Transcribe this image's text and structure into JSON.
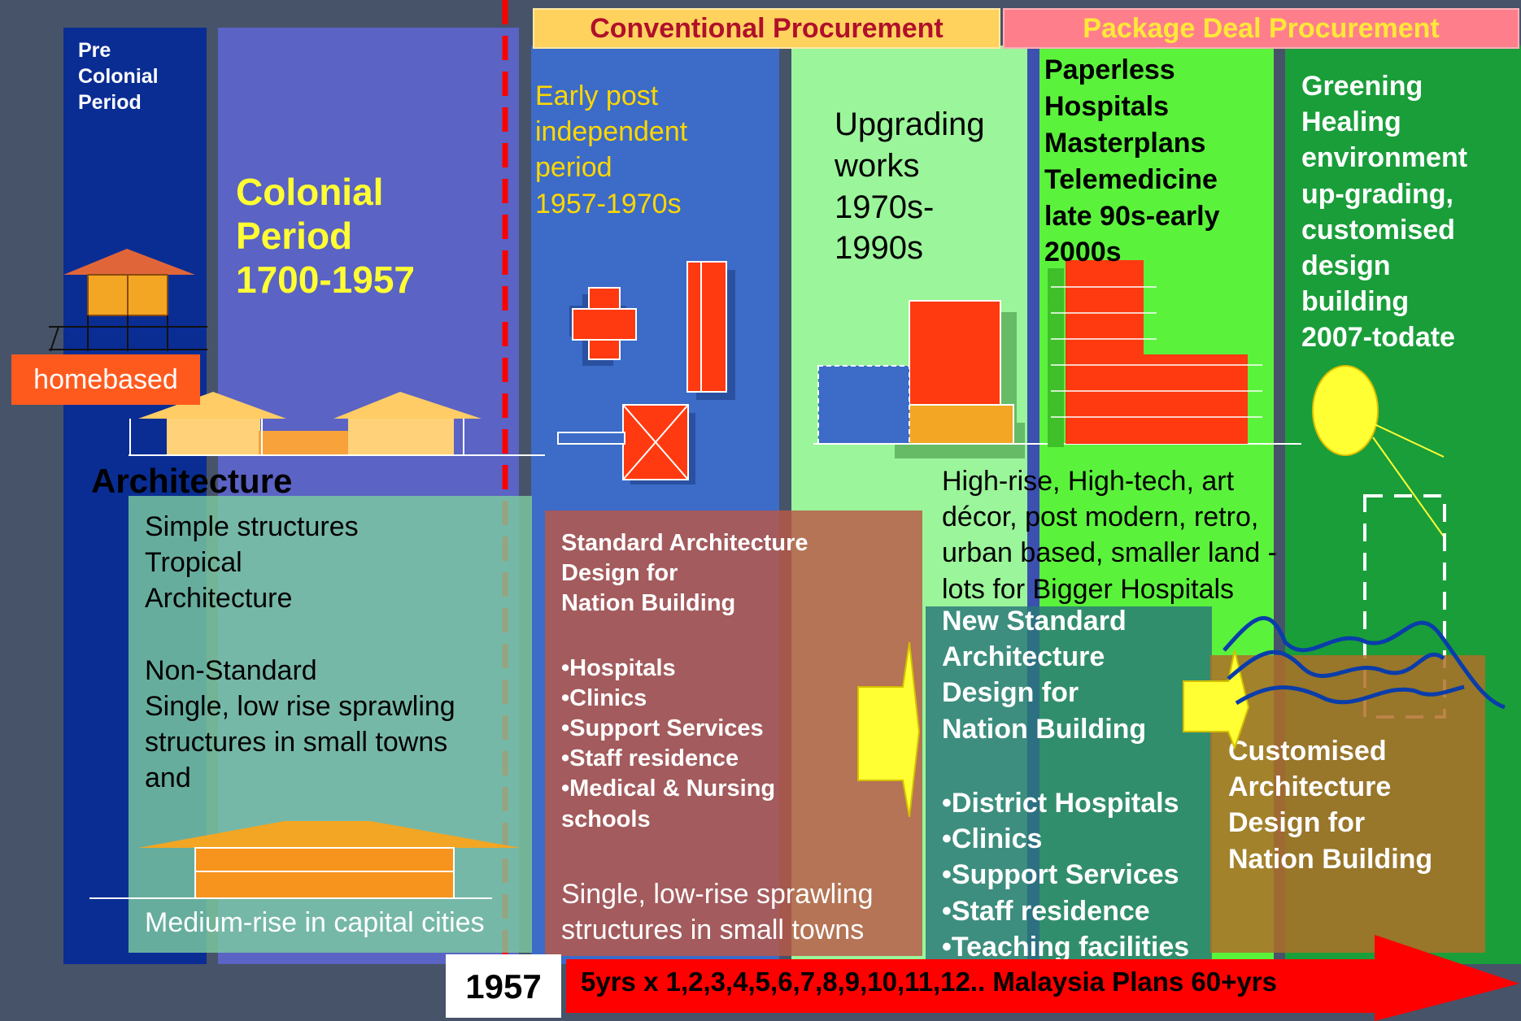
{
  "headers": {
    "conventional": "Conventional Procurement",
    "package_deal": "Package Deal Procurement"
  },
  "columns": {
    "pre_colonial": "Pre\nColonial\nPeriod",
    "colonial": "Colonial\nPeriod\n1700-1957",
    "early_post": "Early post\nindependent\nperiod\n1957-1970s",
    "upgrading": "Upgrading\nworks\n1970s-\n1990s",
    "paperless": "Paperless\nHospitals\nMasterplans\nTelemedicine\nlate 90s-early\n2000s",
    "greening": "Greening\nHealing\nenvironment\nup-grading,\ncustomised\ndesign\nbuilding\n2007-todate"
  },
  "labels": {
    "homebased": "homebased",
    "architecture": "Architecture"
  },
  "boxes": {
    "simple": "Simple structures\nTropical\nArchitecture\n\nNon-Standard\nSingle, low rise sprawling\nstructures in small towns\nand",
    "medium_rise": "Medium-rise in capital cities",
    "standard_title": "Standard Architecture\nDesign for\nNation Building",
    "standard_list": "•Hospitals\n•Clinics\n•Support Services\n•Staff residence\n•Medical & Nursing\nschools",
    "single_lowrise": "Single, low-rise sprawling\nstructures in small towns",
    "highrise": "High-rise, High-tech, art\ndécor, post modern, retro,\nurban based, smaller land -\nlots for Bigger Hospitals",
    "new_standard_title": "New Standard\nArchitecture\nDesign for\nNation Building",
    "new_standard_list": "•District Hospitals\n•Clinics\n•Support Services\n•Staff residence\n•Teaching facilities",
    "customised": "Customised\nArchitecture\nDesign for\nNation Building"
  },
  "timeline": {
    "year": "1957",
    "plans": "5yrs x 1,2,3,4,5,6,7,8,9,10,11,12.. Malaysia Plans 60+yrs"
  },
  "colors": {
    "background": "#475369",
    "pre_colonial": "#0A2D94",
    "colonial": "#5B63C4",
    "early_post": "#3C6BC8",
    "upgrading": "#9BF59A",
    "paperless": "#5BF23C",
    "greening": "#1A9E3A",
    "conventional_header": "#FFD25E",
    "package_header": "#FF7E8C",
    "arrow": "#FF0000",
    "red_building": "#FF3A10"
  }
}
